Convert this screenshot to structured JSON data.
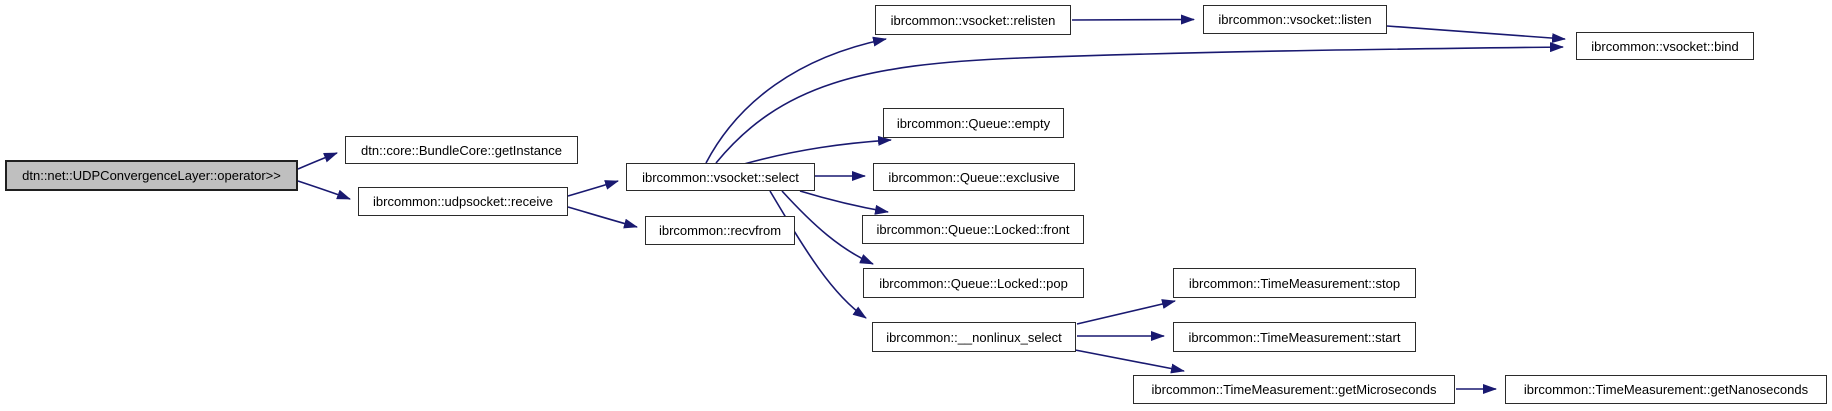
{
  "diagram": {
    "kind": "call-graph",
    "edge_color": "#191970",
    "node_fill": "#ffffff",
    "node_border_color": "#2b2b2b",
    "root_node_fill": "#bfbfbf",
    "background": "#ffffff"
  },
  "nodes": [
    {
      "id": "operator",
      "label": "dtn::net::UDPConvergenceLayer::operator>>",
      "root": true
    },
    {
      "id": "getInstance",
      "label": "dtn::core::BundleCore::getInstance"
    },
    {
      "id": "receive",
      "label": "ibrcommon::udpsocket::receive"
    },
    {
      "id": "select",
      "label": "ibrcommon::vsocket::select"
    },
    {
      "id": "recvfrom",
      "label": "ibrcommon::recvfrom"
    },
    {
      "id": "relisten",
      "label": "ibrcommon::vsocket::relisten"
    },
    {
      "id": "listen",
      "label": "ibrcommon::vsocket::listen"
    },
    {
      "id": "bind",
      "label": "ibrcommon::vsocket::bind"
    },
    {
      "id": "empty",
      "label": "ibrcommon::Queue::empty"
    },
    {
      "id": "exclusive",
      "label": "ibrcommon::Queue::exclusive"
    },
    {
      "id": "front",
      "label": "ibrcommon::Queue::Locked::front"
    },
    {
      "id": "pop",
      "label": "ibrcommon::Queue::Locked::pop"
    },
    {
      "id": "nonlinuxSelect",
      "label": "ibrcommon::__nonlinux_select"
    },
    {
      "id": "stop",
      "label": "ibrcommon::TimeMeasurement::stop"
    },
    {
      "id": "start",
      "label": "ibrcommon::TimeMeasurement::start"
    },
    {
      "id": "getMicroseconds",
      "label": "ibrcommon::TimeMeasurement::getMicroseconds"
    },
    {
      "id": "getNanoseconds",
      "label": "ibrcommon::TimeMeasurement::getNanoseconds"
    }
  ],
  "edges": [
    {
      "from": "operator",
      "to": "getInstance"
    },
    {
      "from": "operator",
      "to": "receive"
    },
    {
      "from": "receive",
      "to": "select"
    },
    {
      "from": "receive",
      "to": "recvfrom"
    },
    {
      "from": "select",
      "to": "relisten"
    },
    {
      "from": "select",
      "to": "bind"
    },
    {
      "from": "select",
      "to": "empty"
    },
    {
      "from": "select",
      "to": "exclusive"
    },
    {
      "from": "select",
      "to": "front"
    },
    {
      "from": "select",
      "to": "pop"
    },
    {
      "from": "select",
      "to": "nonlinuxSelect"
    },
    {
      "from": "relisten",
      "to": "listen"
    },
    {
      "from": "listen",
      "to": "bind"
    },
    {
      "from": "nonlinuxSelect",
      "to": "stop"
    },
    {
      "from": "nonlinuxSelect",
      "to": "start"
    },
    {
      "from": "nonlinuxSelect",
      "to": "getMicroseconds"
    },
    {
      "from": "getMicroseconds",
      "to": "getNanoseconds"
    }
  ]
}
